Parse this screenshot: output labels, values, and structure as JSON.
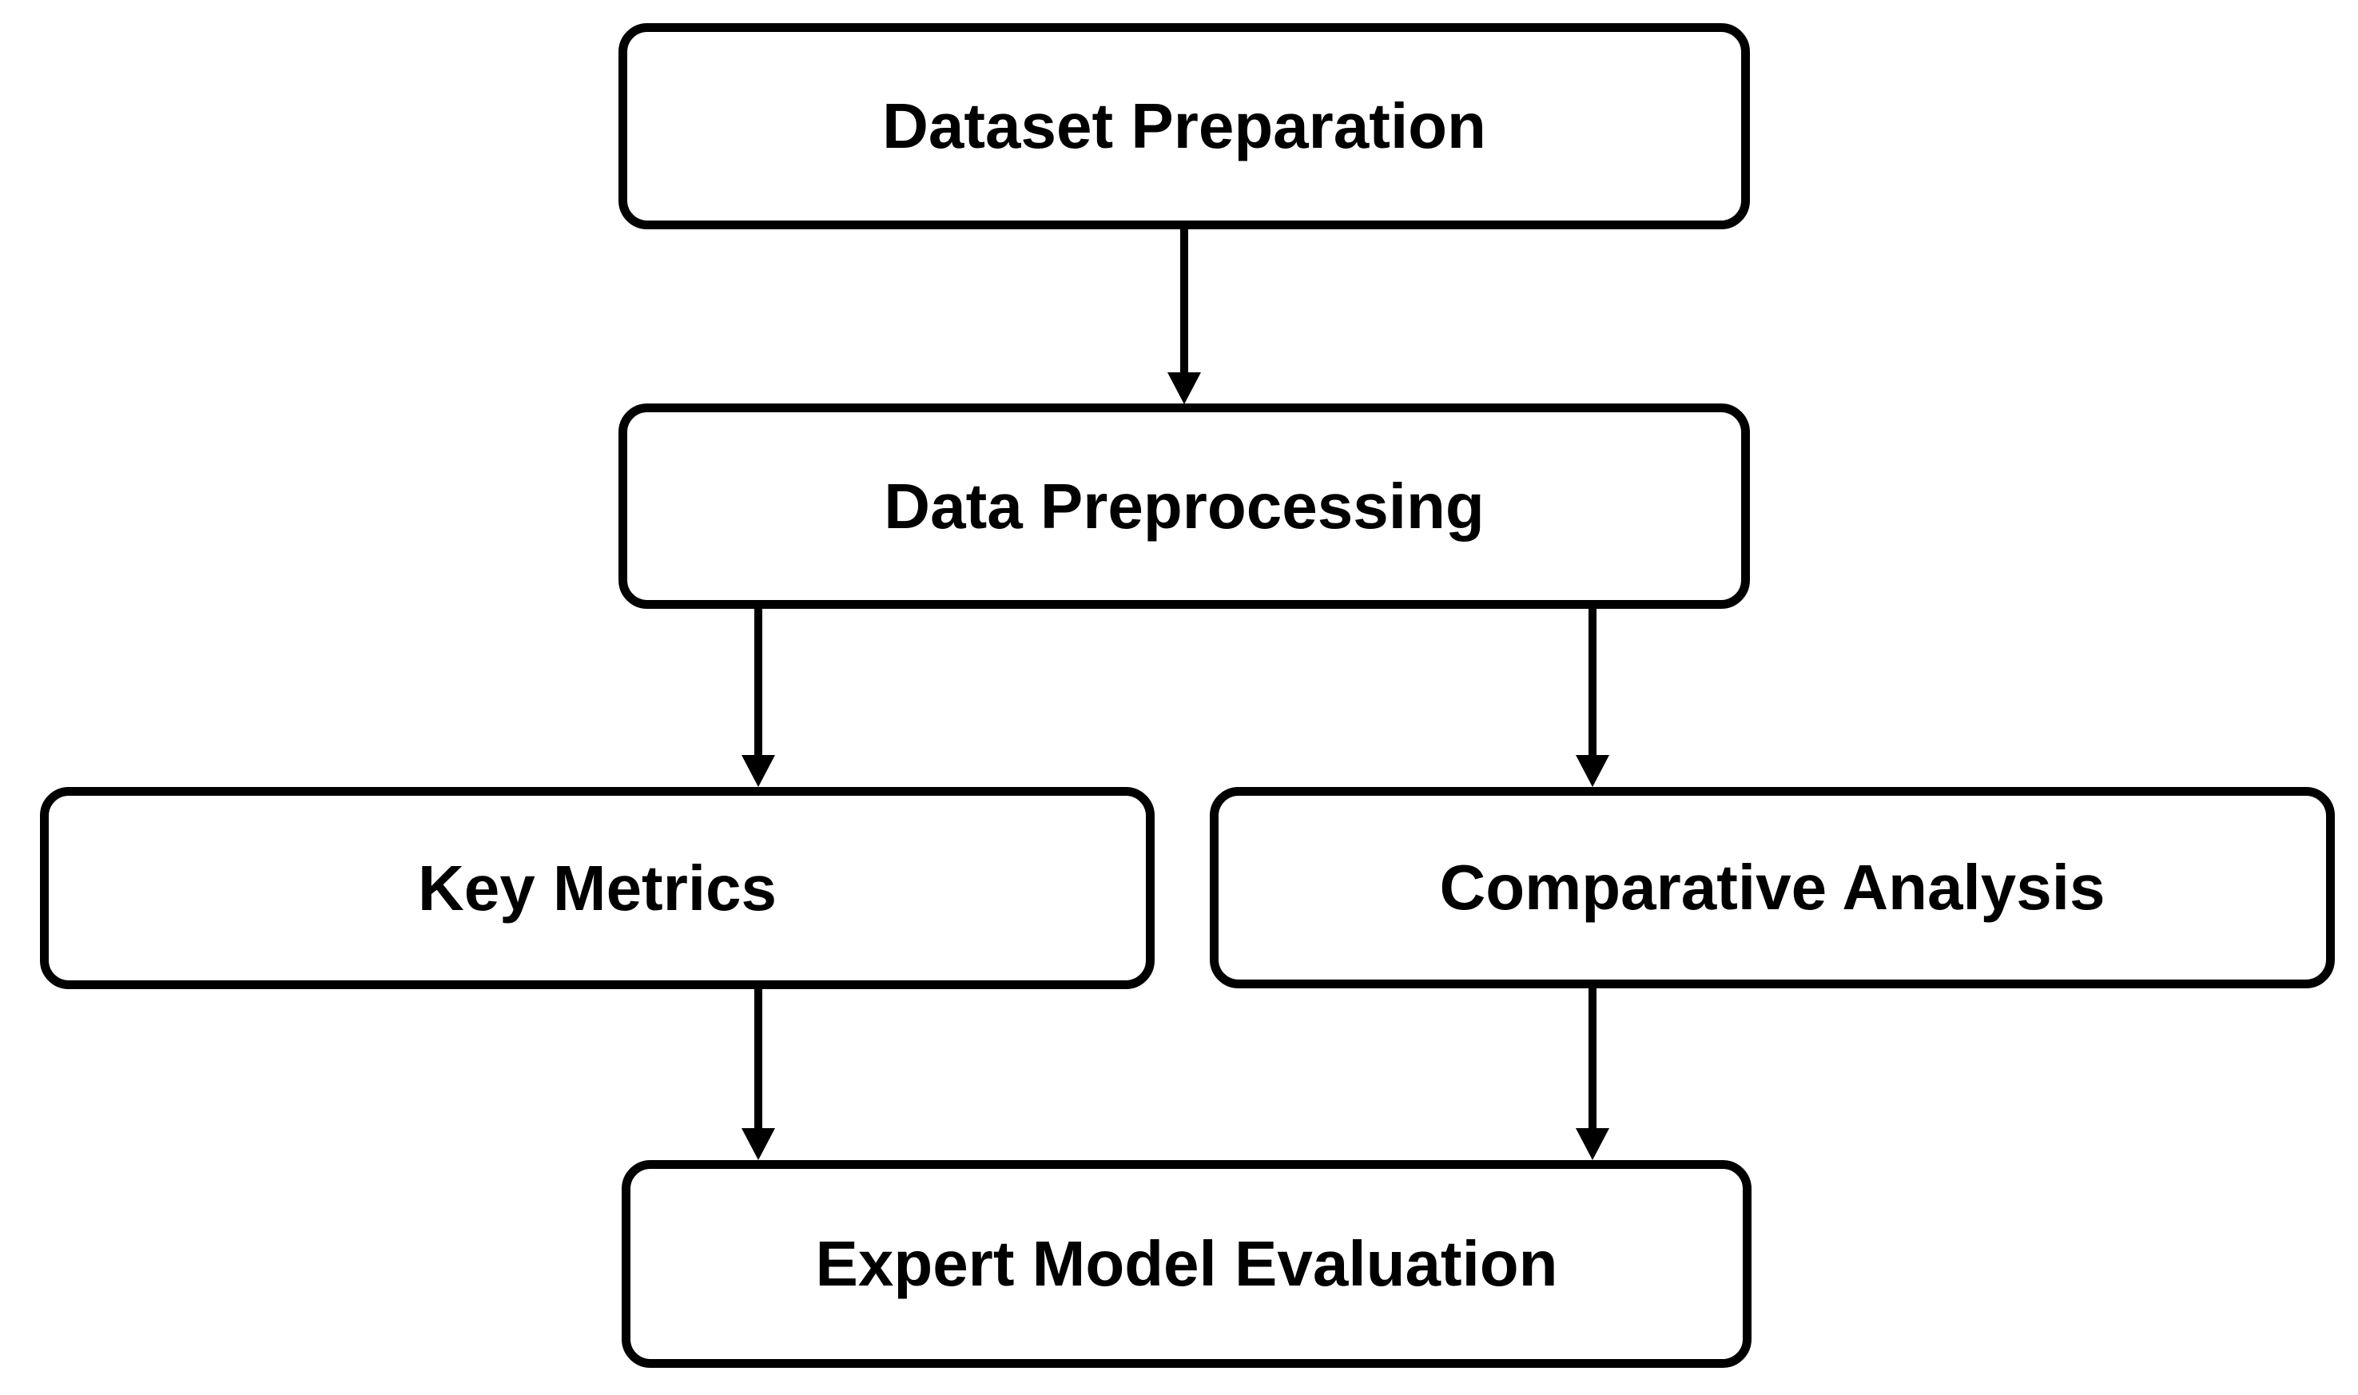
{
  "diagram": {
    "type": "flowchart",
    "direction": "top-down",
    "background_color": "#ffffff",
    "node_fill_color": "#ffffff",
    "node_border_color": "#000000",
    "text_color": "#000000",
    "nodes": [
      {
        "id": "dataset-preparation",
        "label": "Dataset Preparation"
      },
      {
        "id": "data-preprocessing",
        "label": "Data Preprocessing"
      },
      {
        "id": "key-metrics",
        "label": "Key Metrics"
      },
      {
        "id": "comparative-analysis",
        "label": "Comparative Analysis"
      },
      {
        "id": "expert-model-evaluation",
        "label": "Expert Model Evaluation"
      }
    ],
    "edges": [
      {
        "from": "Dataset Preparation",
        "to": "Data Preprocessing"
      },
      {
        "from": "Data Preprocessing",
        "to": "Key Metrics"
      },
      {
        "from": "Data Preprocessing",
        "to": "Comparative Analysis"
      },
      {
        "from": "Key Metrics",
        "to": "Expert Model Evaluation"
      },
      {
        "from": "Comparative Analysis",
        "to": "Expert Model Evaluation"
      }
    ]
  }
}
